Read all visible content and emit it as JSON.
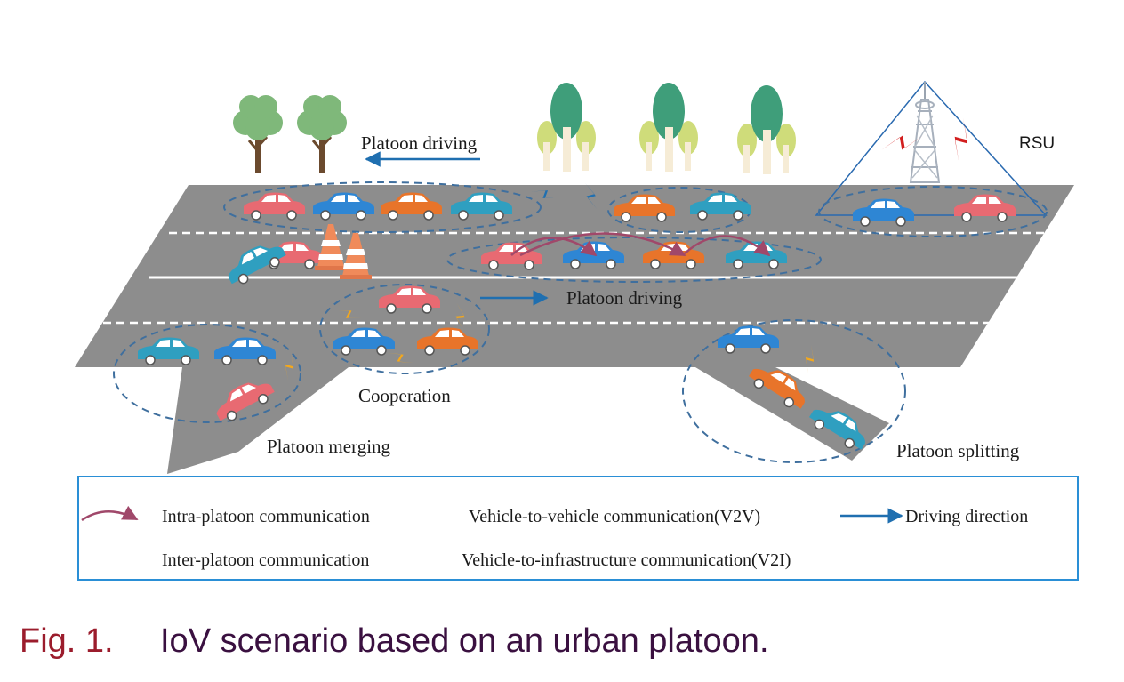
{
  "labels": {
    "platoon_driving_top": "Platoon driving",
    "platoon_driving_mid": "Platoon driving",
    "rsu": "RSU",
    "cooperation": "Cooperation",
    "platoon_merging": "Platoon merging",
    "platoon_splitting": "Platoon splitting"
  },
  "legend": {
    "intra": "Intra-platoon communication",
    "v2v": "Vehicle-to-vehicle communication(V2V)",
    "driving": "Driving direction",
    "inter": "Inter-platoon communication",
    "v2i": "Vehicle-to-infrastructure communication(V2I)"
  },
  "caption": {
    "number": "Fig. 1.",
    "text": "IoV scenario based on an urban platoon."
  },
  "icons": [
    "deciduous-tree-icon",
    "poplar-tree-group-icon",
    "rsu-tower-icon",
    "traffic-cone-icon",
    "car-icon",
    "lightning-icon",
    "arrow-icon"
  ],
  "colors": {
    "road": "#8d8d8d",
    "car_red": "#e86a72",
    "car_blue": "#2e86d4",
    "car_orange": "#e8742a",
    "car_teal": "#2f9fc0",
    "v2v": "#f4a81c",
    "v2i": "#d21e1e",
    "inter": "#1f6fb0",
    "intra": "#a0486a",
    "driving": "#1f6fb0",
    "ellipse": "#3f6f9e",
    "legend_border": "#2a8fd6",
    "caption_number": "#9b1c2c",
    "caption_text": "#3a1040"
  }
}
